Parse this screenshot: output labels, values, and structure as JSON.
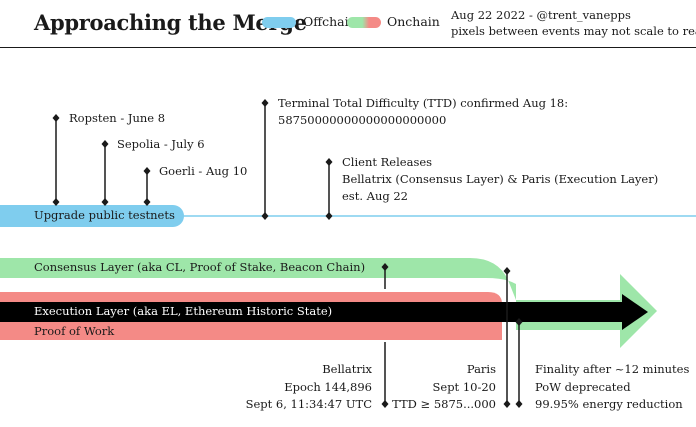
{
  "header": {
    "title": "Approaching the Merge",
    "legend": [
      {
        "label": "Offchain",
        "color": "#7fcdee"
      },
      {
        "label": "Onchain",
        "color": "#f48a86",
        "color2": "#9ee6a9"
      }
    ],
    "meta_line1": "Aug 22 2022 - @trent_vanepps",
    "meta_line2": "pixels between events may not scale to reality"
  },
  "testnets": {
    "bar_label": "Upgrade public testnets",
    "color": "#7fcdee",
    "events": [
      {
        "label": "Ropsten - June 8"
      },
      {
        "label": "Sepolia - July 6"
      },
      {
        "label": "Goerli - Aug 10"
      }
    ]
  },
  "ttd": {
    "line1": "Terminal Total Difficulty (TTD) confirmed Aug 18:",
    "line2": "58750000000000000000000"
  },
  "client_releases": {
    "line1": "Client Releases",
    "line2": "Bellatrix (Consensus Layer) & Paris (Execution Layer)",
    "line3": "est. Aug 22"
  },
  "layers": {
    "consensus": {
      "label": "Consensus Layer (aka CL, Proof of Stake, Beacon Chain)",
      "color": "#9ee6a9"
    },
    "execution": {
      "label": "Execution Layer (aka EL, Ethereum Historic State)",
      "color": "#000000"
    },
    "pow": {
      "label": "Proof of Work",
      "color": "#f48a86"
    }
  },
  "bellatrix": {
    "line1": "Bellatrix",
    "line2": "Epoch 144,896",
    "line3": "Sept 6, 11:34:47 UTC"
  },
  "paris": {
    "line1": "Paris",
    "line2": "Sept 10-20",
    "line3": "TTD ≥ 5875...000"
  },
  "finality": {
    "line1": "Finality after ~12 minutes",
    "line2": "PoW deprecated",
    "line3": "99.95% energy reduction"
  }
}
